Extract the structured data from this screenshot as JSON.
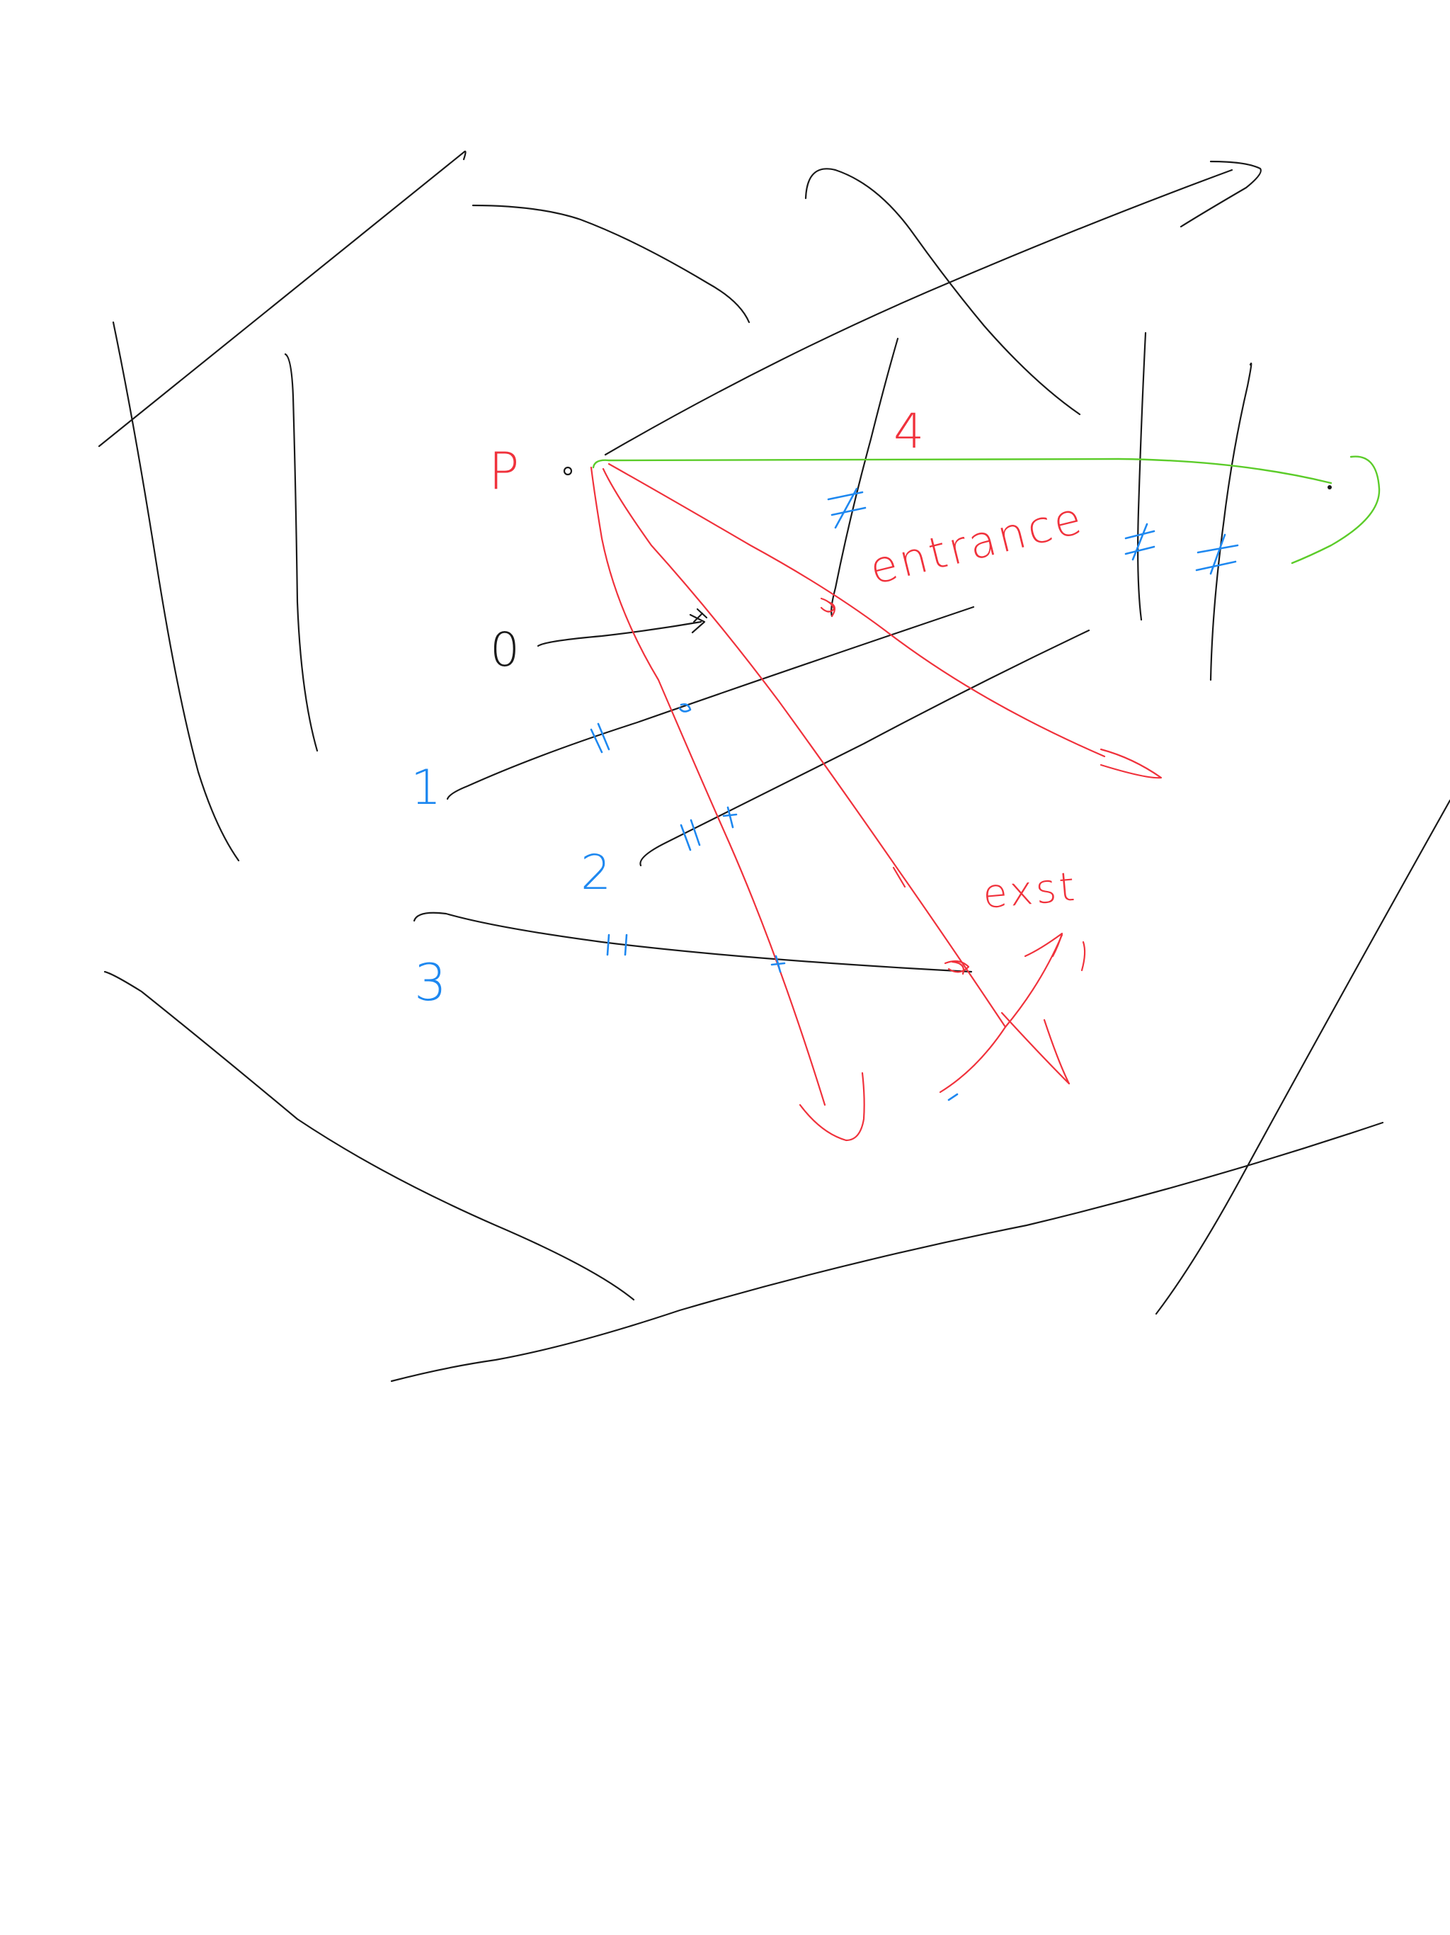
{
  "labels": {
    "point": "P",
    "line_0": "0",
    "line_1": "1",
    "line_2": "2",
    "line_3": "3",
    "line_4": "4",
    "entrance": "entrance",
    "exit": "exst"
  },
  "colors": {
    "black_ink": "#1a1a1a",
    "red_ink": "#f0323c",
    "green_ink": "#5ccc2a",
    "blue_ink": "#1e88f0",
    "background": "#ffffff"
  }
}
